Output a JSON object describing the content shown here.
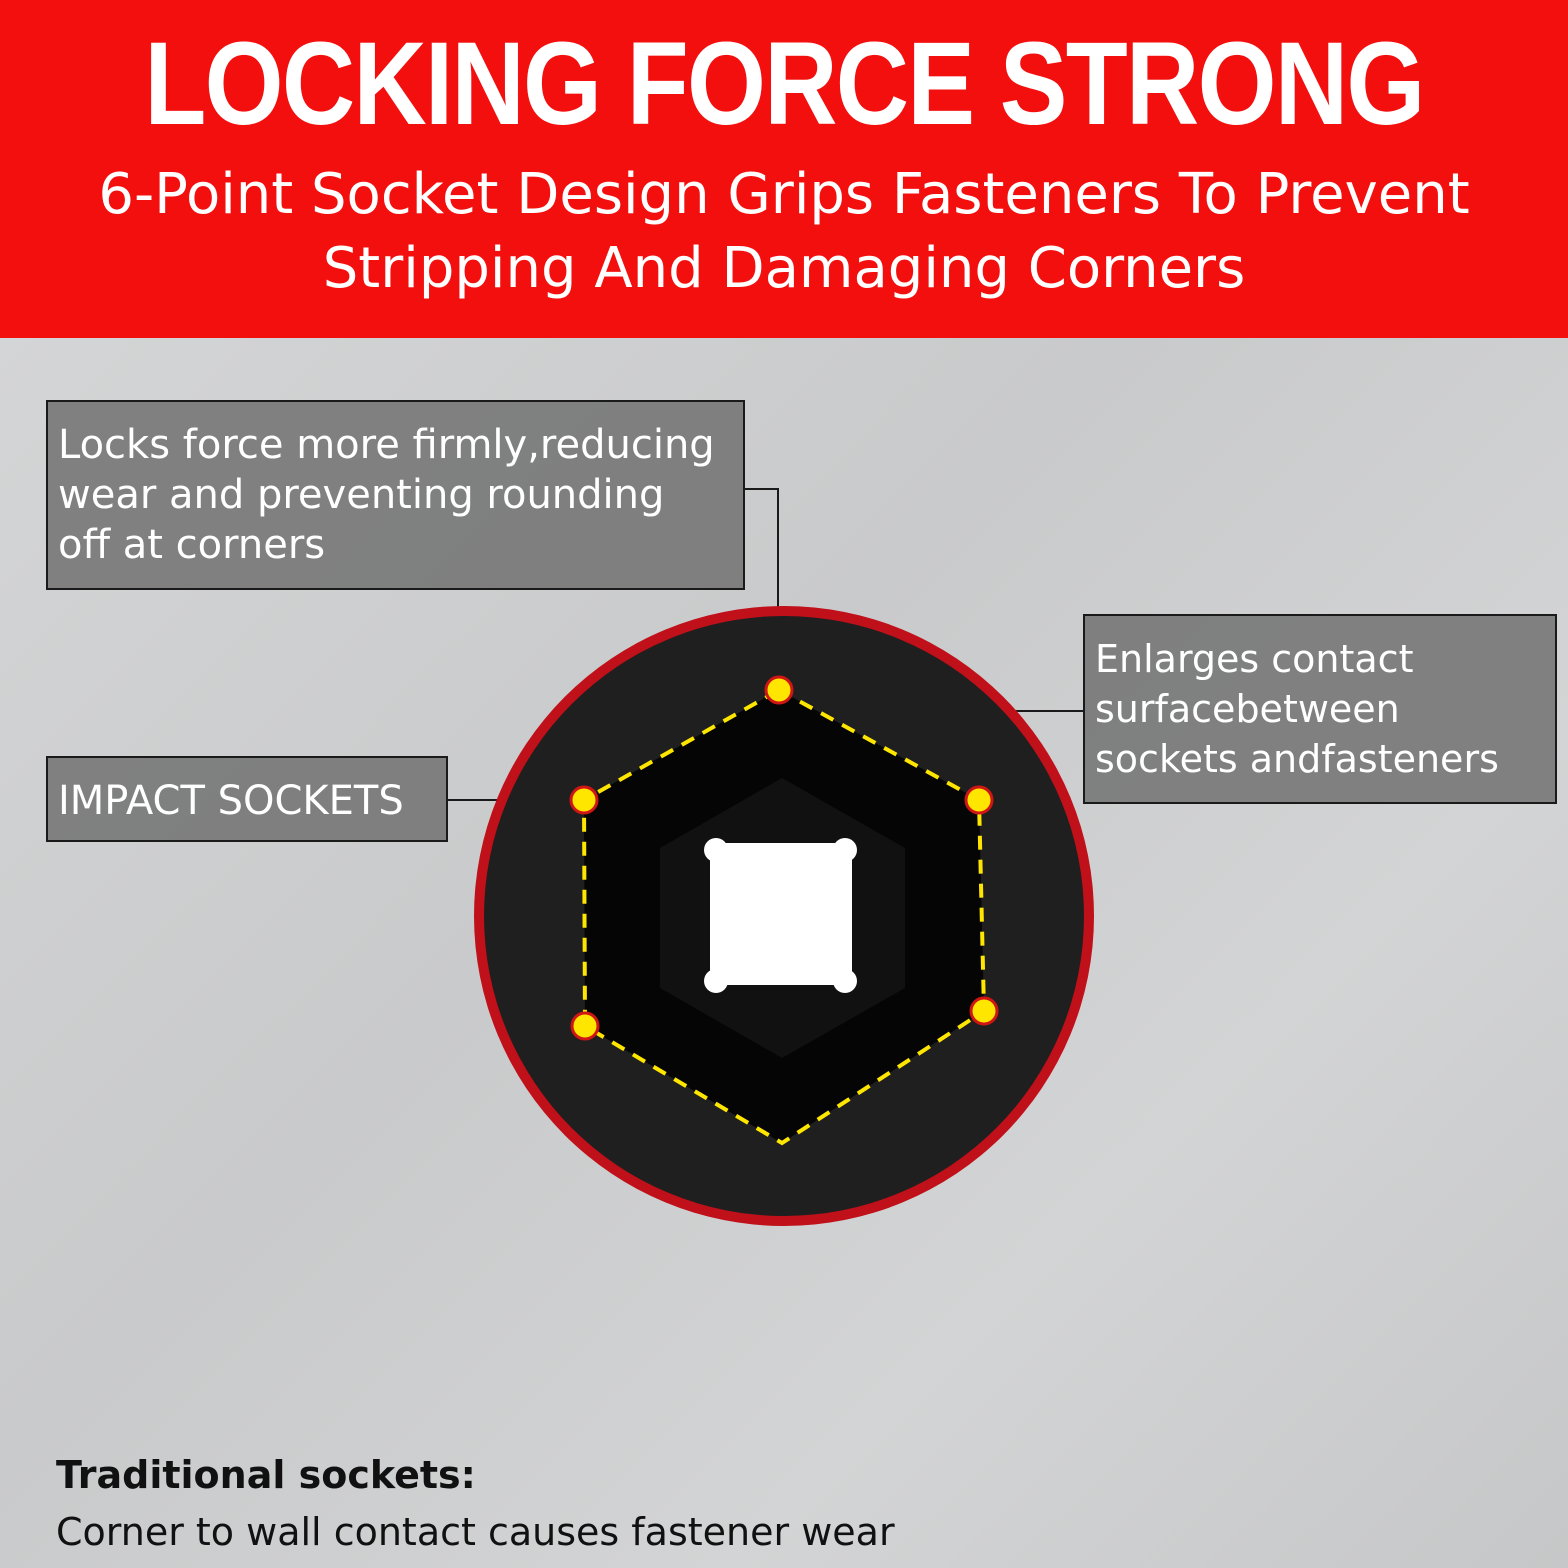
{
  "banner": {
    "title": "LOCKING FORCE STRONG",
    "subtitle_line1": "6-Point Socket Design Grips Fasteners To Prevent",
    "subtitle_line2": "Stripping And Damaging Corners"
  },
  "callouts": {
    "top": {
      "line1": "Locks force more firmly,reducing",
      "line2": "wear and preventing rounding",
      "line3": "off at corners"
    },
    "right": {
      "line1": "Enlarges contact",
      "line2": "surfacebetween",
      "line3": "sockets andfasteners"
    },
    "left": {
      "label": "IMPACT SOCKETS"
    }
  },
  "note": {
    "title": "Traditional sockets:",
    "body": "Corner to wall contact causes fastener wear"
  },
  "colors": {
    "banner_red": "#f40f0f",
    "socket_rim": "#c0101a",
    "socket_body": "#1c1c1c",
    "marker_yellow": "#ffe600"
  }
}
